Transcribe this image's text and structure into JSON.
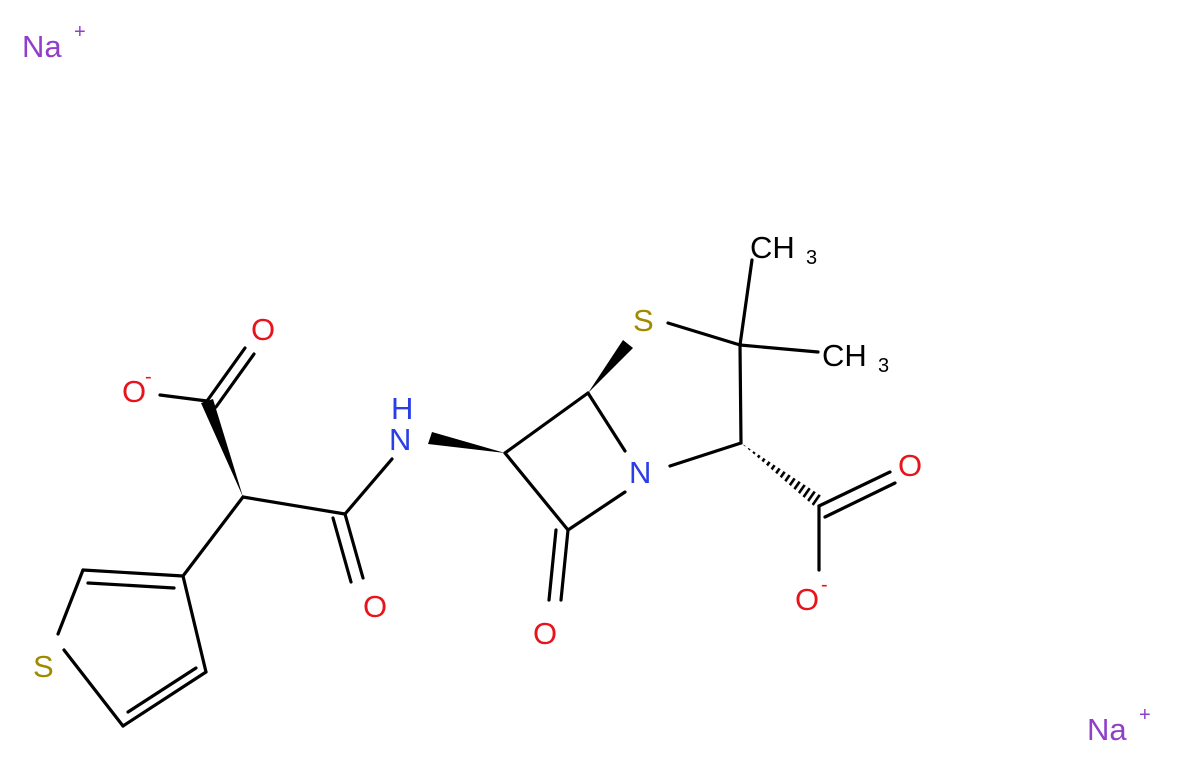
{
  "colors": {
    "bond": "#000000",
    "oxygen": "#e8141c",
    "nitrogen": "#2a3ee6",
    "sulfur": "#a08a00",
    "sodium": "#8f3fc8"
  },
  "atoms": {
    "na_top": "Na",
    "na_top_charge": "+",
    "na_bottom": "Na",
    "na_bottom_charge": "+",
    "o_carboxylate_left": "O",
    "o_carboxylate_left_charge": "-",
    "o_carbonyl_top_left": "O",
    "o_amide": "O",
    "nh": "N",
    "h_of_nh": "H",
    "s_thiazolidine": "S",
    "n_ring": "N",
    "o_lactam": "O",
    "o_carbonyl_right": "O",
    "o_carboxylate_right": "O",
    "o_carboxylate_right_charge": "-",
    "s_thiophene": "S",
    "ch3_top_c": "CH",
    "ch3_top_sub": "3",
    "ch3_mid_c": "CH",
    "ch3_mid_sub": "3"
  }
}
